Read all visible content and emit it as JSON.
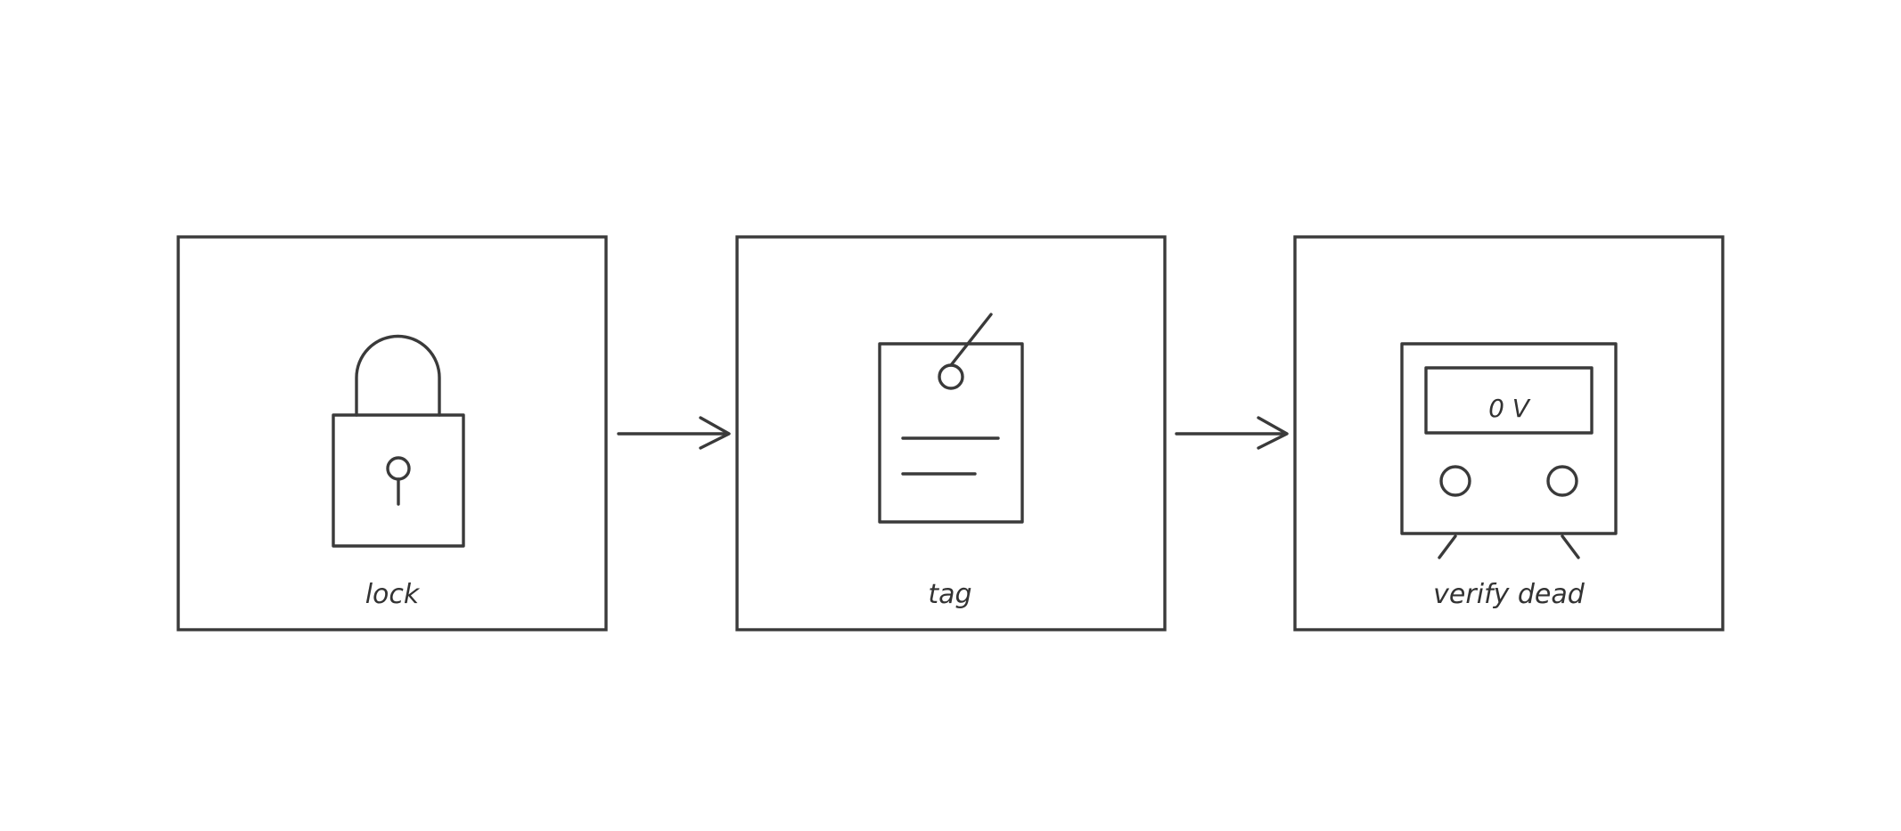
{
  "diagram": {
    "steps": [
      {
        "label": "lock",
        "icon": "padlock-icon"
      },
      {
        "label": "tag",
        "icon": "tag-icon"
      },
      {
        "label": "verify dead",
        "icon": "voltmeter-icon",
        "readout": "0 V"
      }
    ],
    "connectors": [
      "arrow-right-icon",
      "arrow-right-icon"
    ],
    "colors": {
      "stroke": "#3a3a3a",
      "background": "#ffffff"
    }
  }
}
